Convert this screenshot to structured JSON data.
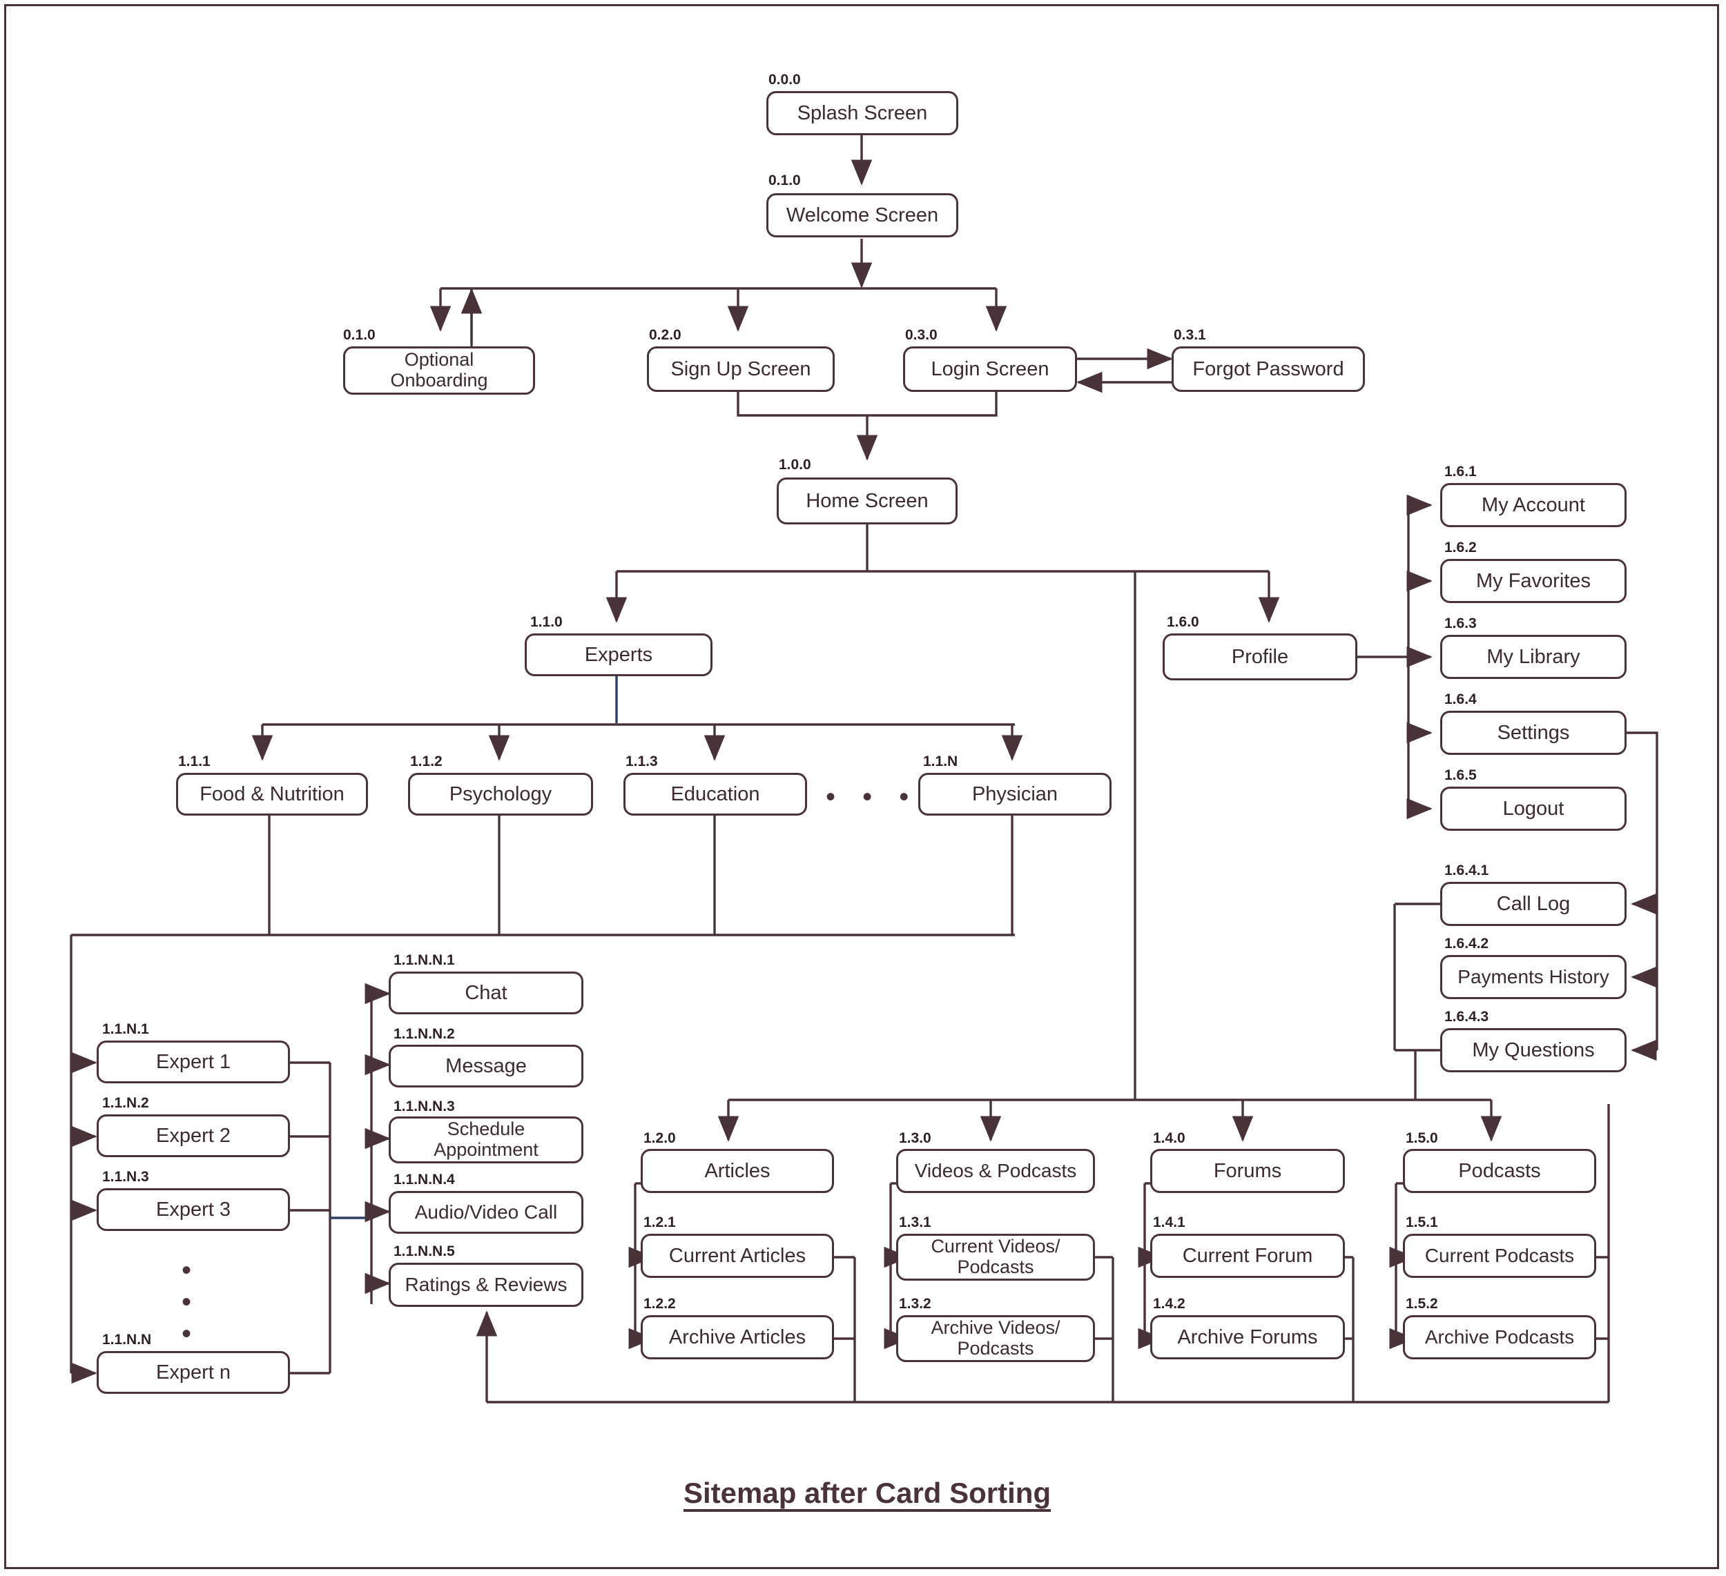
{
  "diagram": {
    "title": "Sitemap after Card Sorting",
    "accent_color": "#4a3338",
    "background": "#ffffff",
    "ellipsis_symbol": "• • •",
    "vertical_ellipsis_symbol": "•"
  },
  "nodes": {
    "splash": {
      "id": "0.0.0",
      "label": "Splash Screen"
    },
    "welcome": {
      "id": "0.1.0",
      "label": "Welcome Screen"
    },
    "onboarding": {
      "id": "0.1.0",
      "label": "Optional\nOnboarding"
    },
    "signup": {
      "id": "0.2.0",
      "label": "Sign Up Screen"
    },
    "login": {
      "id": "0.3.0",
      "label": "Login Screen"
    },
    "forgot": {
      "id": "0.3.1",
      "label": "Forgot Password"
    },
    "home": {
      "id": "1.0.0",
      "label": "Home Screen"
    },
    "experts": {
      "id": "1.1.0",
      "label": "Experts"
    },
    "food": {
      "id": "1.1.1",
      "label": "Food & Nutrition"
    },
    "psychology": {
      "id": "1.1.2",
      "label": "Psychology"
    },
    "education": {
      "id": "1.1.3",
      "label": "Education"
    },
    "physician": {
      "id": "1.1.N",
      "label": "Physician"
    },
    "expert1": {
      "id": "1.1.N.1",
      "label": "Expert 1"
    },
    "expert2": {
      "id": "1.1.N.2",
      "label": "Expert 2"
    },
    "expert3": {
      "id": "1.1.N.3",
      "label": "Expert 3"
    },
    "expertn": {
      "id": "1.1.N.N",
      "label": "Expert n"
    },
    "chat": {
      "id": "1.1.N.N.1",
      "label": "Chat"
    },
    "message": {
      "id": "1.1.N.N.2",
      "label": "Message"
    },
    "schedule": {
      "id": "1.1.N.N.3",
      "label": "Schedule\nAppointment"
    },
    "avcall": {
      "id": "1.1.N.N.4",
      "label": "Audio/Video Call"
    },
    "ratings": {
      "id": "1.1.N.N.5",
      "label": "Ratings & Reviews"
    },
    "articles": {
      "id": "1.2.0",
      "label": "Articles"
    },
    "currentArticles": {
      "id": "1.2.1",
      "label": "Current Articles"
    },
    "archiveArticles": {
      "id": "1.2.2",
      "label": "Archive Articles"
    },
    "videosPodcasts": {
      "id": "1.3.0",
      "label": "Videos & Podcasts"
    },
    "currentVideos": {
      "id": "1.3.1",
      "label": "Current Videos/\nPodcasts"
    },
    "archiveVideos": {
      "id": "1.3.2",
      "label": "Archive Videos/\nPodcasts"
    },
    "forums": {
      "id": "1.4.0",
      "label": "Forums"
    },
    "currentForum": {
      "id": "1.4.1",
      "label": "Current Forum"
    },
    "archiveForums": {
      "id": "1.4.2",
      "label": "Archive Forums"
    },
    "podcasts": {
      "id": "1.5.0",
      "label": "Podcasts"
    },
    "currentPodcasts": {
      "id": "1.5.1",
      "label": "Current Podcasts"
    },
    "archivePodcasts": {
      "id": "1.5.2",
      "label": "Archive Podcasts"
    },
    "profile": {
      "id": "1.6.0",
      "label": "Profile"
    },
    "myAccount": {
      "id": "1.6.1",
      "label": "My Account"
    },
    "myFavorites": {
      "id": "1.6.2",
      "label": "My Favorites"
    },
    "myLibrary": {
      "id": "1.6.3",
      "label": "My Library"
    },
    "settings": {
      "id": "1.6.4",
      "label": "Settings"
    },
    "logout": {
      "id": "1.6.5",
      "label": "Logout"
    },
    "callLog": {
      "id": "1.6.4.1",
      "label": "Call Log"
    },
    "paymentsHistory": {
      "id": "1.6.4.2",
      "label": "Payments History"
    },
    "myQuestions": {
      "id": "1.6.4.3",
      "label": "My Questions"
    }
  }
}
